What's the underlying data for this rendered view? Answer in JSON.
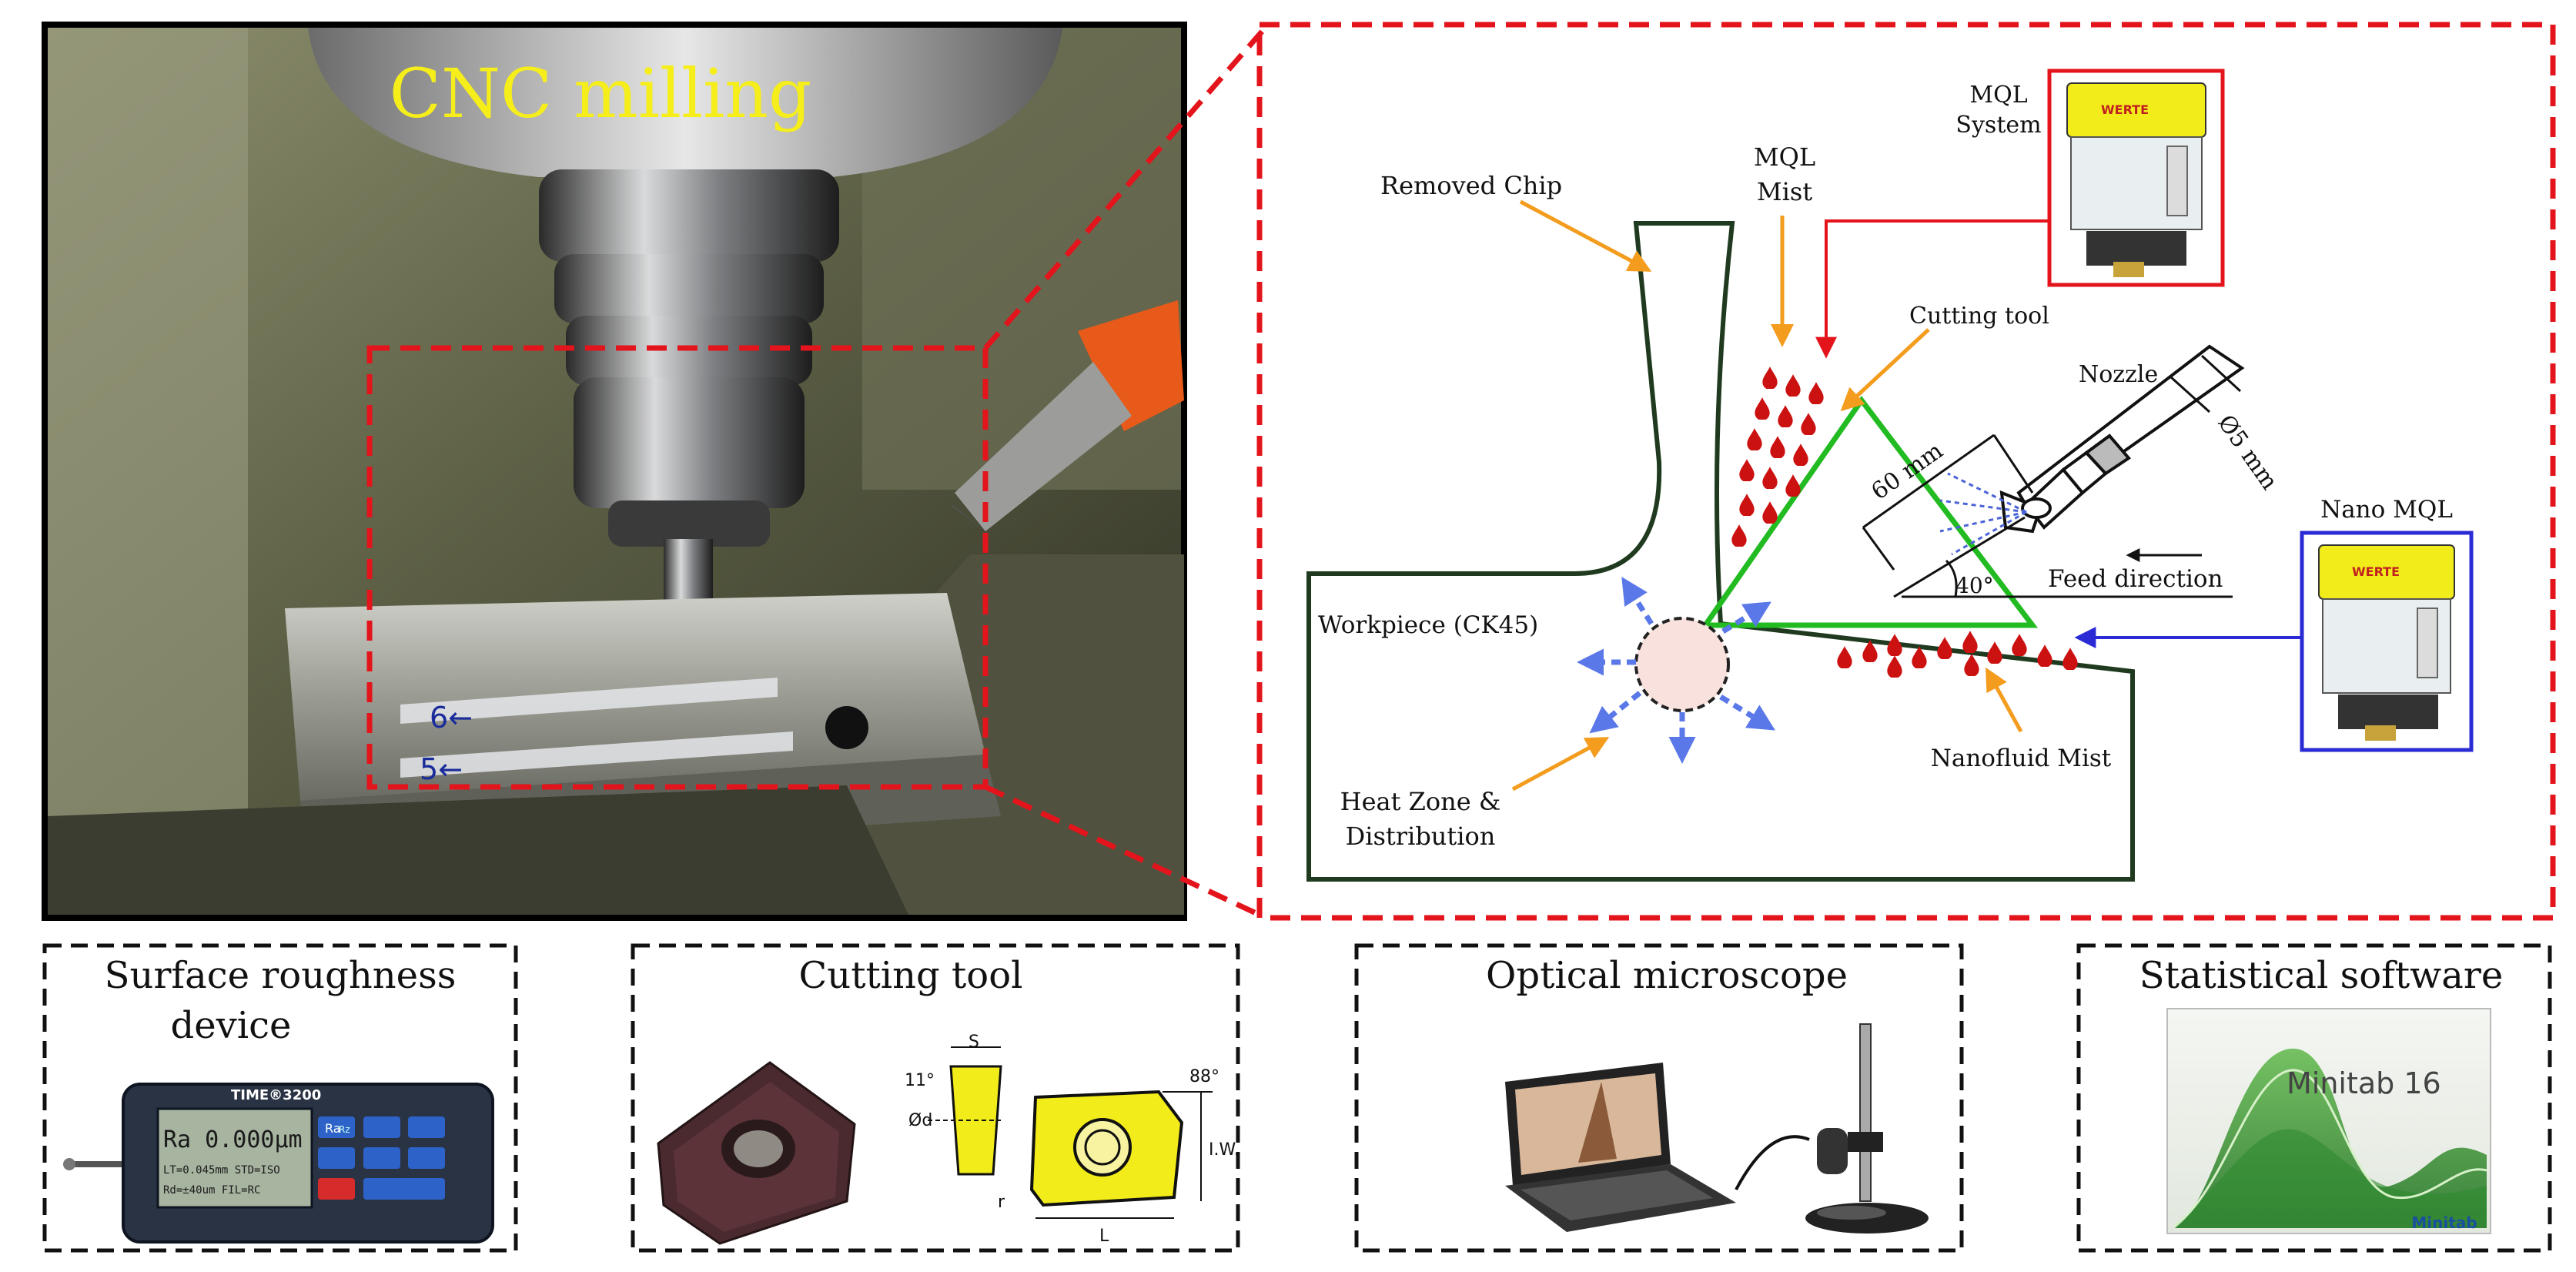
{
  "photo": {
    "title": "CNC milling",
    "workpiece_marks": [
      "6←",
      "5←"
    ]
  },
  "schematic": {
    "labels": {
      "removed_chip": "Removed Chip",
      "mql_mist_1": "MQL",
      "mql_mist_2": "Mist",
      "mql_system_1": "MQL",
      "mql_system_2": "System",
      "cutting_tool": "Cutting tool",
      "nozzle": "Nozzle",
      "diameter": "Ø5 mm",
      "length": "60 mm",
      "angle": "40°",
      "feed_direction": "Feed direction",
      "nano_mql": "Nano MQL",
      "workpiece": "Workpiece (CK45)",
      "heat_zone_1": "Heat Zone &",
      "heat_zone_2": "Distribution",
      "nanofluid_mist": "Nanofluid Mist"
    },
    "device_brand": "WERTE"
  },
  "panels": {
    "surface_roughness": {
      "title_1": "Surface roughness",
      "title_2": "device",
      "brand": "TIME®3200",
      "display_main": "Ra  0.000μm",
      "display_line1": "LT=0.045mm  STD=ISO",
      "display_line2": "Rd=±40um   FIL=RC",
      "key_ra": "Ra",
      "key_rz": "Rz"
    },
    "cutting_tool": {
      "title": "Cutting tool",
      "dim_s": "S",
      "dim_angle_11": "11°",
      "dim_d": "Ød",
      "dim_angle_88": "88°",
      "dim_iw": "I.W.",
      "dim_r": "r",
      "dim_l": "L"
    },
    "optical_microscope": {
      "title": "Optical microscope"
    },
    "statistical_software": {
      "title": "Statistical software",
      "product": "Minitab 16",
      "brand": "Minitab"
    }
  },
  "colors": {
    "red_dash": "#e3141b",
    "green_tool": "#22bb22",
    "workpiece_outline": "#1f3a1f",
    "orange_arrow": "#f39c1d",
    "blue_line": "#2b2bd6",
    "heat_arrow": "#5a78e8",
    "droplet": "#cc1111",
    "yellow": "#f2ec1a"
  }
}
